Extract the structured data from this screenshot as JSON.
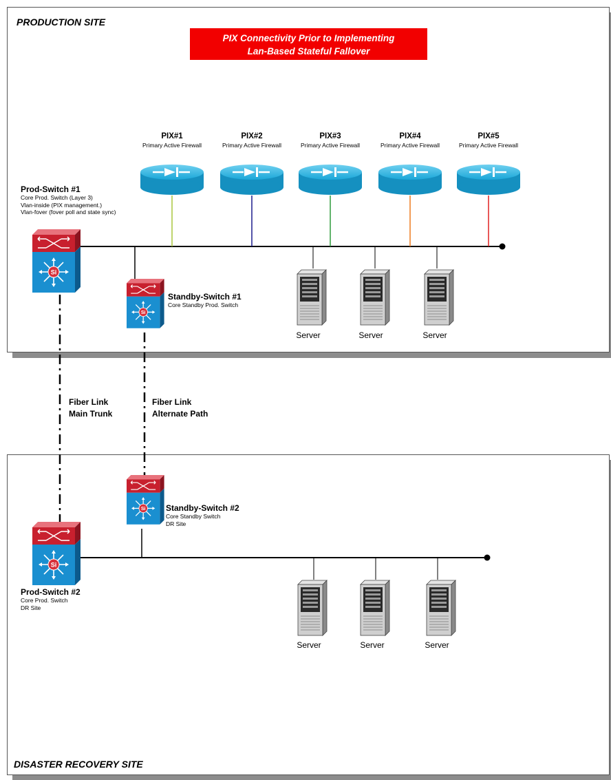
{
  "banner": {
    "line1": "PIX Connectivity Prior to Implementing",
    "line2": "Lan-Based Stateful Fallover"
  },
  "production_site": {
    "title": "PRODUCTION SITE",
    "firewalls": [
      {
        "name": "PIX#1",
        "desc": "Primary Active Firewall",
        "link_color": "#a8c53a"
      },
      {
        "name": "PIX#2",
        "desc": "Primary Active Firewall",
        "link_color": "#1a1a8c"
      },
      {
        "name": "PIX#3",
        "desc": "Primary Active Firewall",
        "link_color": "#2e9a3a"
      },
      {
        "name": "PIX#4",
        "desc": "Primary Active Firewall",
        "link_color": "#ee7a1e"
      },
      {
        "name": "PIX#5",
        "desc": "Primary Active Firewall",
        "link_color": "#e02020"
      }
    ],
    "prod_switch": {
      "name": "Prod-Switch #1",
      "desc": [
        "Core Prod. Switch (Layer 3)",
        "Vlan-inside (PIX management.)",
        "Vlan-fover (fover poll and state sync)"
      ]
    },
    "standby_switch": {
      "name": "Standby-Switch #1",
      "desc": [
        "Core Standby Prod. Switch"
      ]
    },
    "servers": [
      "Server",
      "Server",
      "Server"
    ]
  },
  "links": {
    "main": {
      "line1": "Fiber Link",
      "line2": "Main Trunk"
    },
    "alternate": {
      "line1": "Fiber Link",
      "line2": "Alternate Path"
    }
  },
  "dr_site": {
    "title": "DISASTER RECOVERY SITE",
    "standby_switch": {
      "name": "Standby-Switch #2",
      "desc": [
        "Core Standby Switch",
        "DR Site"
      ]
    },
    "prod_switch": {
      "name": "Prod-Switch #2",
      "desc": [
        "Core Prod. Switch",
        "DR Site"
      ]
    },
    "servers": [
      "Server",
      "Server",
      "Server"
    ]
  },
  "colors": {
    "banner": "#f20000",
    "switch_top": "#c8202e",
    "switch_bottom": "#1a8fd0",
    "pix": "#1ba7d8"
  }
}
